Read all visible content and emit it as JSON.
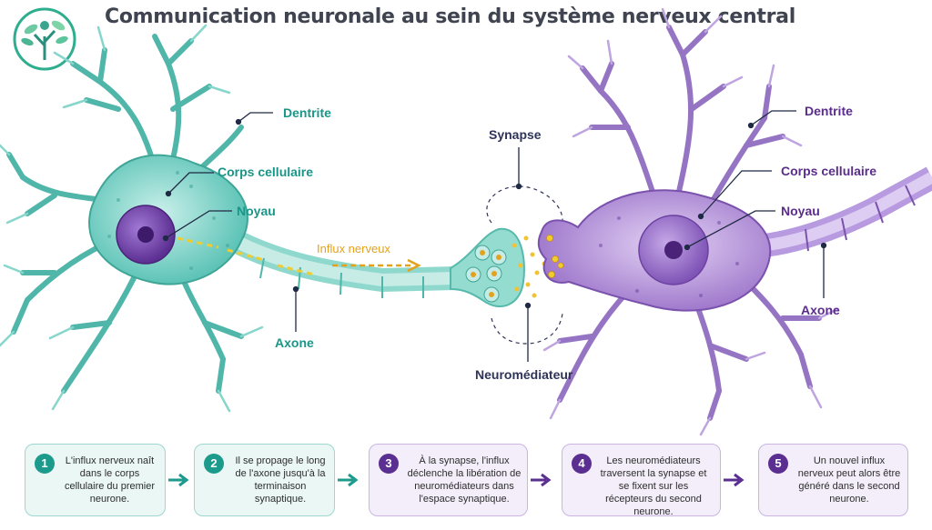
{
  "title": "Communication neuronale au sein du système nerveux central",
  "labels": {
    "left_dendrite": "Dentrite",
    "left_body": "Corps cellulaire",
    "left_nucleus": "Noyau",
    "influx": "Influx nerveux",
    "left_axon": "Axone",
    "synapse": "Synapse",
    "neurotransmitter": "Neuromédiateur",
    "right_dendrite": "Dentrite",
    "right_body": "Corps cellulaire",
    "right_nucleus": "Noyau",
    "right_axon": "Axone"
  },
  "colors": {
    "teal": "#1a9688",
    "purple": "#5a2d8c",
    "neuron_teal": "#5fc9bd",
    "neuron_purple": "#a47fd1",
    "impulse": "#e2a21d"
  },
  "steps": [
    {
      "number": "1",
      "text": "L'influx nerveux naît dans le corps cellulaire du premier neurone."
    },
    {
      "number": "2",
      "text": "Il se propage le long de l'axone jusqu'à la terminaison synaptique."
    },
    {
      "number": "3",
      "text": "À la synapse, l'influx déclenche la libération de neuromédiateurs dans l'espace synaptique."
    },
    {
      "number": "4",
      "text": "Les neuromédiateurs traversent la synapse et se fixent sur les récepteurs du second neurone."
    },
    {
      "number": "5",
      "text": "Un nouvel influx nerveux peut alors être généré dans le second neurone."
    }
  ]
}
